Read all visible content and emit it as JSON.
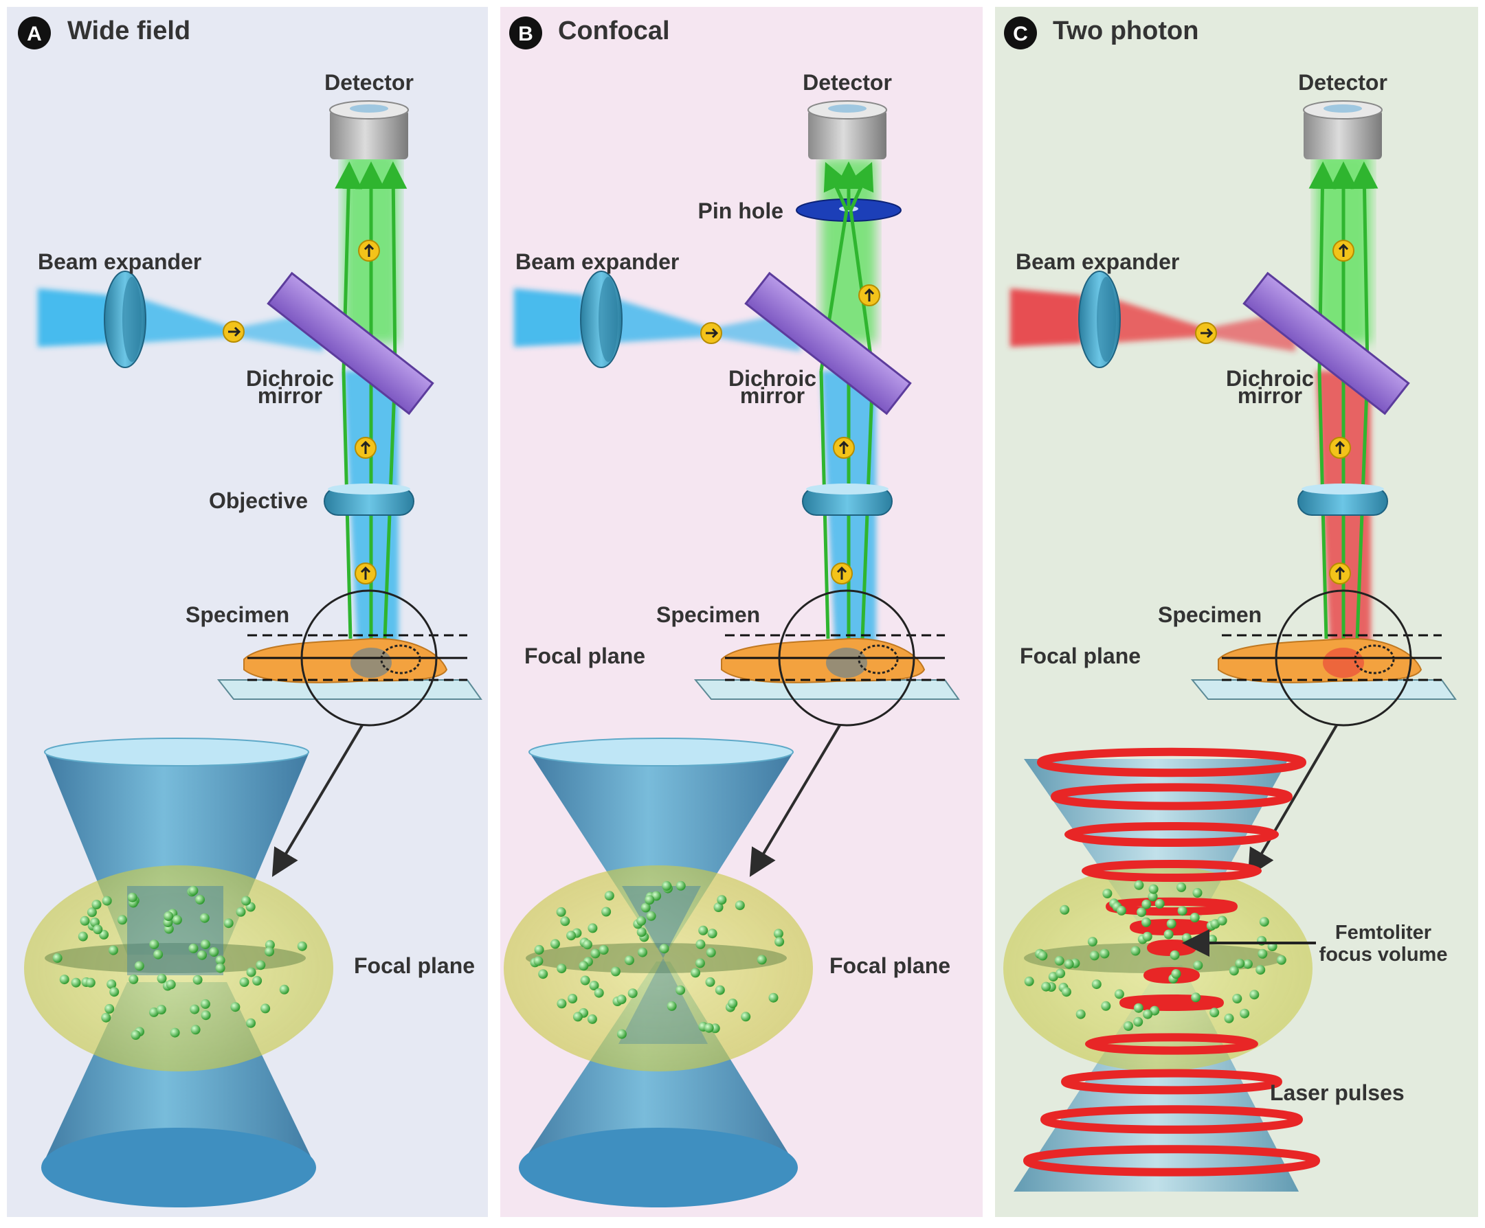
{
  "panels": [
    {
      "badge": "A",
      "title": "Wide field",
      "labels": {
        "detector": "Detector",
        "beam_expander": "Beam expander",
        "dichroic_1": "Dichroic",
        "dichroic_2": "mirror",
        "objective": "Objective",
        "specimen": "Specimen",
        "focal_plane_zoom": "Focal plane"
      },
      "background": "#e6e9f3",
      "excitation_color": "#2bb3ec"
    },
    {
      "badge": "B",
      "title": "Confocal",
      "labels": {
        "detector": "Detector",
        "pin_hole": "Pin hole",
        "beam_expander": "Beam expander",
        "dichroic_1": "Dichroic",
        "dichroic_2": "mirror",
        "specimen": "Specimen",
        "focal_plane_side": "Focal plane",
        "focal_plane_zoom": "Focal plane"
      },
      "background": "#f5e6f1",
      "excitation_color": "#2bb3ec"
    },
    {
      "badge": "C",
      "title": "Two photon",
      "labels": {
        "detector": "Detector",
        "beam_expander": "Beam expander",
        "dichroic_1": "Dichroic",
        "dichroic_2": "mirror",
        "specimen": "Specimen",
        "focal_plane_side": "Focal plane",
        "femtoliter_1": "Femtoliter",
        "femtoliter_2": "focus volume",
        "laser_pulses": "Laser pulses"
      },
      "background": "#e3ebde",
      "excitation_color": "#e8343a"
    }
  ],
  "colors": {
    "emission": "#3cc43c",
    "mirror": "#9b79d6",
    "lens": "#3fa0c4",
    "specimen": "#f3a23f",
    "focal_volume": "#d9dc6a",
    "cone": "#3f8fc0",
    "arrow_marker": "#f3c31a"
  }
}
